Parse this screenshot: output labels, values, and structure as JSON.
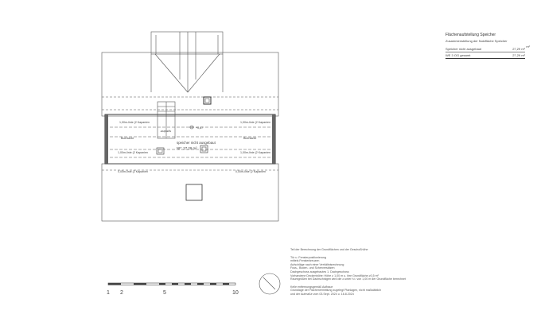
{
  "plan": {
    "room_label": "speicher nicht ausgebaut",
    "room_area": "NF: 27,29 m²",
    "height_label": "+0,87",
    "line_labels": {
      "upper_left": "1,00m-linie (2 Kapanien",
      "upper_right": "1,00m-linie (2 Kapanien",
      "mid_left": "Buerkante",
      "mid_right": "Buerkante",
      "lower_left": "1,00m-linie (2 Kapanien",
      "lower_right": "1,00m-linie (2 Kapanien",
      "bottom_left": "0,00m-linie (2 Kapanien",
      "bottom_right": "0,00m-linie (2 Kapanien"
    },
    "stair_label": "speicher"
  },
  "legend": {
    "title": "Flächenaufstellung Speicher",
    "subtitle": "Zusammenstellung der Nutzfläche Speicher",
    "rows": [
      {
        "label": "Speicher nicht ausgebaut",
        "value": "27,29 m²"
      },
      {
        "label": "WE 3 OG gesamt",
        "value": "27,29 m²"
      }
    ],
    "unit": "m²"
  },
  "scale_bar": {
    "labels": [
      "1",
      "2",
      "5",
      "10"
    ]
  },
  "notes": {
    "lines": [
      "Teil der Berechnung der Grundflächen und der Geschoßhöhe",
      "Tür u. Fensterpositionierung",
      "mittels Fensterkreuzen",
      "Aufschläge nach einer Verhältnisrechnung",
      "Fuss-, Boden- und Scherversätzen",
      "Dachgeschoss ausgebautes 1. Dachgeschoss",
      "Vorhandene Deckenhöhe: Höhe ≥ 1,00 m u. ihre Grundfläche ≥0,5 m²",
      "Raumgrößen bei Dachschrägen wird die ≥ unter h.t. von 1,00 m der Grundfläche berechnet",
      "",
      "Kelle entfernungsgemäß Aufbaue",
      "Grundlage der Flächenermittlung zugelegt Planlagen, nicht maßstäblich",
      "und der Aufmaße vom 03.Sept. 2024 u. 16.8.2024"
    ]
  }
}
